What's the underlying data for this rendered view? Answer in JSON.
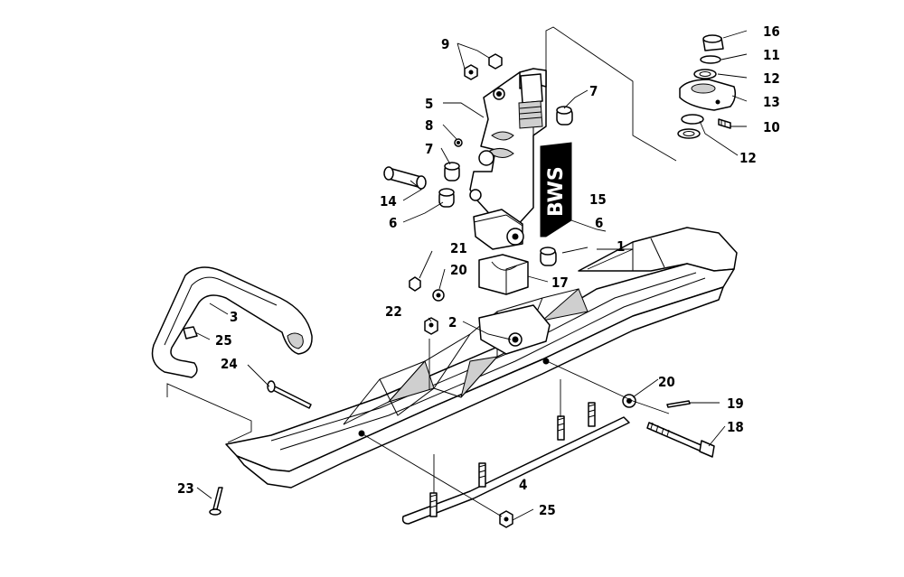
{
  "callouts": [
    "1",
    "2",
    "3",
    "4",
    "5",
    "6",
    "6",
    "7",
    "7",
    "8",
    "9",
    "10",
    "11",
    "12",
    "12",
    "13",
    "14",
    "15",
    "16",
    "17",
    "18",
    "19",
    "20",
    "20",
    "21",
    "22",
    "23",
    "24",
    "25",
    "25"
  ],
  "decal_text": "BWS",
  "colors": {
    "line": "#000000",
    "background": "#ffffff"
  }
}
